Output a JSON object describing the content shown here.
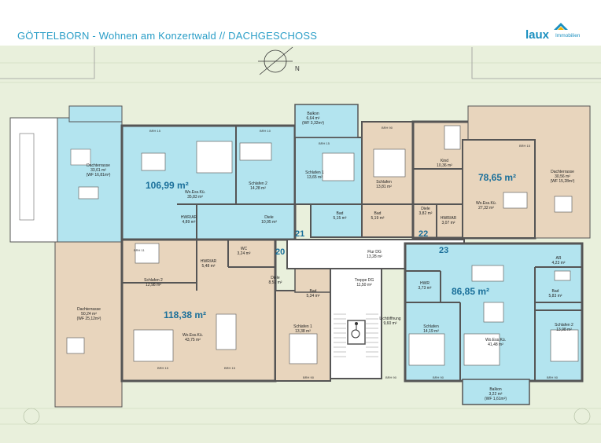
{
  "header": {
    "title": "GÖTTELBORN - Wohnen am Konzertwald // DACHGESCHOSS",
    "logo_word": "laux",
    "logo_sub": "Immobilien"
  },
  "colors": {
    "blue_unit": "#b3e4ef",
    "tan_unit": "#e8d5bd",
    "site_green": "#e6efd6",
    "wall": "#555555",
    "accent": "#1a8fbf"
  },
  "units": {
    "u21": {
      "number": "21",
      "area": "106,99 m²"
    },
    "u22": {
      "number": "22",
      "area": "78,65 m²"
    },
    "u20": {
      "number": "20",
      "area": "118,38 m²"
    },
    "u23": {
      "number": "23",
      "area": "86,85 m²"
    }
  },
  "rooms": {
    "dachterrasse_nw": {
      "name": "Dachterrasse",
      "area": "33,61 m²",
      "note": "(WF 16,81m²)"
    },
    "wc_ess_ku_21": {
      "name": "Wo.Ess.Kü.",
      "area": "35,83 m²"
    },
    "schlafen2_21": {
      "name": "Schlafen 2",
      "area": "14,28 m²"
    },
    "balkon_n": {
      "name": "Balkon",
      "area": "6,64 m²",
      "note": "(WF 3,32m²)"
    },
    "schlafen1_21": {
      "name": "Schlafen 1",
      "area": "13,65 m²"
    },
    "hwr_21": {
      "name": "HWR/AR",
      "area": "4,89 m²"
    },
    "diele_21": {
      "name": "Diele",
      "area": "10,95 m²"
    },
    "bad_21": {
      "name": "Bad",
      "area": "5,15 m²"
    },
    "schlafen_22": {
      "name": "Schlafen",
      "area": "13,81 m²"
    },
    "bad_22": {
      "name": "Bad",
      "area": "5,19 m²"
    },
    "kind_22": {
      "name": "Kind",
      "area": "10,36 m²"
    },
    "diele_22": {
      "name": "Diele",
      "area": "3,82 m²"
    },
    "hwr_22": {
      "name": "HWR/AR",
      "area": "3,07 m²"
    },
    "wo_22": {
      "name": "Wo.Ess.Kü.",
      "area": "27,32 m²"
    },
    "dachterrasse_ne": {
      "name": "Dachterrasse",
      "area": "30,56 m²",
      "note": "(WF 15,28m²)"
    },
    "schlafen2_20": {
      "name": "Schlafen 2",
      "area": "12,98 m²"
    },
    "hwr_20": {
      "name": "HWR/AR",
      "area": "5,48 m²"
    },
    "wc_20": {
      "name": "WC",
      "area": "3,24 m²"
    },
    "diele_20": {
      "name": "Diele",
      "area": "8,51 m²"
    },
    "dachterrasse_sw": {
      "name": "Dachterrasse",
      "area": "50,24 m²",
      "note": "(WF 25,12m²)"
    },
    "wo_20": {
      "name": "Wo.Ess.Kü.",
      "area": "43,75 m²"
    },
    "bad_20": {
      "name": "Bad",
      "area": "5,34 m²"
    },
    "schlafen1_20": {
      "name": "Schlafen 1",
      "area": "13,38 m²"
    },
    "flur": {
      "name": "Flur DG",
      "area": "13,28 m²"
    },
    "treppe": {
      "name": "Treppe DG",
      "area": "11,50 m²"
    },
    "lichtschacht": {
      "name": "Lichtöffnung",
      "area": "9,60 m²"
    },
    "ar_23": {
      "name": "AR",
      "area": "4,23 m²"
    },
    "hwr_23": {
      "name": "HWR",
      "area": "3,73 m²"
    },
    "bad_23": {
      "name": "Bad",
      "area": "5,83 m²"
    },
    "schlafen_23": {
      "name": "Schlafen",
      "area": "14,19 m²"
    },
    "wo_23": {
      "name": "Wo.Ess.Kü.",
      "area": "41,48 m²"
    },
    "schlafen2_23": {
      "name": "Schlafen 2",
      "area": "13,98 m²"
    },
    "balkon_s": {
      "name": "Balkon",
      "area": "3,22 m²",
      "note": "(WF 1,61m²)"
    }
  },
  "labels": {
    "brh15": "BRH 15",
    "brh90": "BRH 90",
    "brh10": "BRH 10",
    "brh11": "BRH 11"
  }
}
